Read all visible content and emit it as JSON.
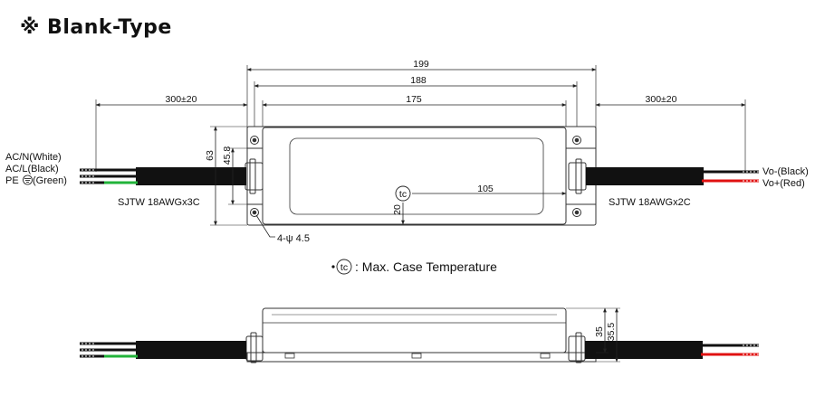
{
  "title": "※ Blank-Type",
  "dimensions": {
    "overall_length": "199",
    "mount_span": "188",
    "body_length": "175",
    "input_cable_length": "300±20",
    "output_cable_length": "300±20",
    "width": "63",
    "inner_width": "45.8",
    "tc_offset_x": "105",
    "tc_offset_y": "20",
    "mounting_holes": "4-ψ 4.5",
    "height": "35",
    "height_overall": "35.5"
  },
  "input_wires": {
    "line1": "AC/N(White)",
    "line2": "AC/L(Black)",
    "line3_prefix": "PE",
    "line3_suffix": "(Green)",
    "cable": "SJTW 18AWGx3C"
  },
  "output_wires": {
    "line1": "Vo-(Black)",
    "line2": "Vo+(Red)",
    "cable": "SJTW 18AWGx2C"
  },
  "tc": {
    "symbol": "tc",
    "note": ": Max. Case Temperature"
  },
  "colors": {
    "wire_red": "#e01010",
    "wire_green": "#22b33a",
    "wire_black": "#111111",
    "cable": "#111111",
    "line": "#333333"
  }
}
